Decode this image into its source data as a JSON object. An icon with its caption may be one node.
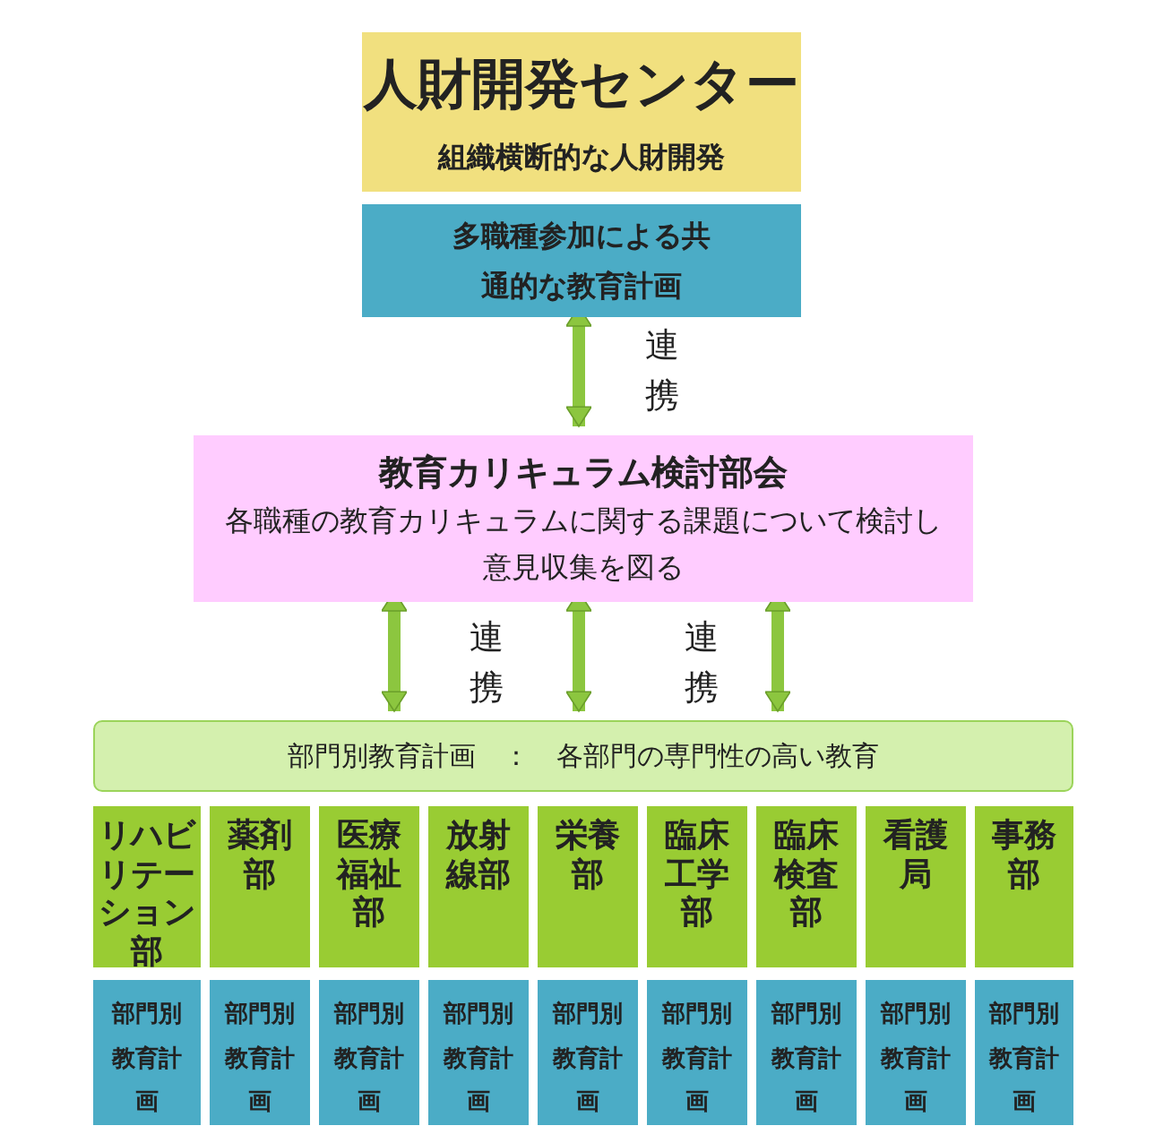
{
  "diagram": {
    "nodes": [
      {
        "text": [
          "人財開発センター",
          "組織横断的な人財開発"
        ]
      },
      {
        "text": [
          "多職種参加による共通的な教育計画"
        ]
      },
      {
        "text": [
          "教育カリキュラム検討部会",
          "各職種の教育カリキュラムに関する課題について検討し意見収集を図る"
        ]
      },
      {
        "text": [
          "部門別教育計画　：　各部門の専門性の高い教育"
        ]
      },
      {
        "text": [
          "リハビリテーション部"
        ]
      },
      {
        "text": [
          "薬剤部"
        ]
      },
      {
        "text": [
          "医療福祉部"
        ]
      },
      {
        "text": [
          "放射線部"
        ]
      },
      {
        "text": [
          "栄養部"
        ]
      },
      {
        "text": [
          "臨床工学部"
        ]
      },
      {
        "text": [
          "臨床検査部"
        ]
      },
      {
        "text": [
          "看護局"
        ]
      },
      {
        "text": [
          "事務部"
        ]
      },
      {
        "text": [
          "部門別教育計画"
        ]
      },
      {
        "text": [
          "部門別教育計画"
        ]
      },
      {
        "text": [
          "部門別教育計画"
        ]
      },
      {
        "text": [
          "部門別教育計画"
        ]
      },
      {
        "text": [
          "部門別教育計画"
        ]
      },
      {
        "text": [
          "部門別教育計画"
        ]
      },
      {
        "text": [
          "部門別教育計画"
        ]
      },
      {
        "text": [
          "部門別教育計画"
        ]
      },
      {
        "text": [
          "部門別教育計画"
        ]
      }
    ],
    "edges": [
      {
        "from": 1,
        "to": 2,
        "arrow": "both",
        "label": "連携"
      },
      {
        "from": 2,
        "to": 3,
        "arrow": "both",
        "label": "連携"
      },
      {
        "from": 2,
        "to": 3,
        "arrow": "both"
      },
      {
        "from": 2,
        "to": 3,
        "arrow": "both",
        "label": "連携"
      }
    ]
  }
}
